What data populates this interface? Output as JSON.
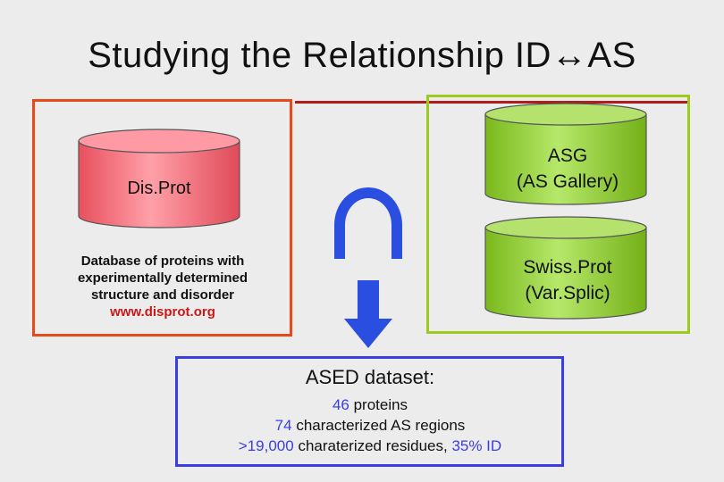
{
  "title": "Studying the Relationship ID↔AS",
  "disprot": {
    "cylinder_label": "Dis.Prot",
    "description_line1": "Database of proteins with",
    "description_line2": "experimentally determined",
    "description_line3": "structure and disorder",
    "url": "www.disprot.org"
  },
  "asg": {
    "line1": "ASG",
    "line2": "(AS Gallery)"
  },
  "swissprot": {
    "line1": "Swiss.Prot",
    "line2": "(Var.Splic)"
  },
  "intersection_symbol": "intersection-icon",
  "arrow_symbol": "down-arrow-icon",
  "ased": {
    "heading": "ASED dataset:",
    "proteins_value": "46",
    "proteins_text": " proteins",
    "regions_value": "74",
    "regions_text": " characterized AS regions",
    "residues_value": ">19,000",
    "residues_text": " charaterized residues, ",
    "id_value": "35% ID"
  },
  "colors": {
    "red_box": "#e8491a",
    "green_box": "#99cc1c",
    "blue_box": "#3a3ee0",
    "pink_cylinder": "#f06070",
    "green_cylinder": "#8fcc2a",
    "blue_shape": "#2a4fe0",
    "title_rule": "#b11c1c"
  }
}
